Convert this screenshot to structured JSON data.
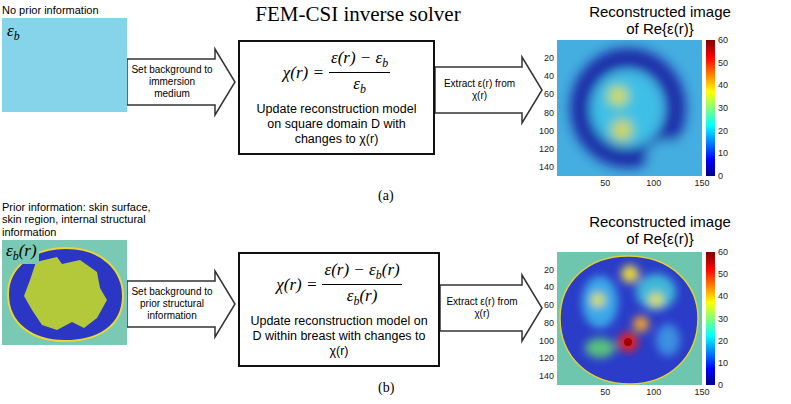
{
  "diagram": {
    "title": "FEM-CSI inverse solver",
    "nodes": [
      {
        "text": [
          "No prior information",
          "εb"
        ]
      },
      {
        "text": [
          "χ(r) =",
          "ε(r) − εb",
          "εb",
          "Update reconstruction model on square domain D with changes to χ(r)"
        ]
      },
      {
        "text": [
          "Reconstructed image of Re{ε(r)}"
        ]
      },
      {
        "text": [
          "Prior information: skin surface, skin region, internal structural information",
          "εb(r)"
        ]
      },
      {
        "text": [
          "χ(r) =",
          "ε(r) − εb(r)",
          "εb(r)",
          "Update reconstruction model on D within breast with changes to χ(r)"
        ]
      },
      {
        "text": [
          "Reconstructed image of Re{ε(r)}"
        ]
      }
    ],
    "edges": [
      {
        "from": 0,
        "to": 1,
        "label": "Set background to immersion medium",
        "arrow": "to"
      },
      {
        "from": 1,
        "to": 2,
        "label": "Extract ε(r) from χ(r)",
        "arrow": "to"
      },
      {
        "from": 3,
        "to": 4,
        "label": "Set background to prior structural information",
        "arrow": "to"
      },
      {
        "from": 4,
        "to": 5,
        "label": "Extract ε(r) from χ(r)",
        "arrow": "to"
      }
    ],
    "labels": [
      "(a)",
      "20",
      "40",
      "60",
      "80",
      "100",
      "120",
      "140",
      "50",
      "100",
      "150",
      "60",
      "50",
      "40",
      "30",
      "20",
      "10",
      "0",
      "(b)",
      "20",
      "40",
      "60",
      "80",
      "100",
      "120",
      "140",
      "50",
      "100",
      "150",
      "60",
      "50",
      "40",
      "30",
      "20",
      "10",
      "0"
    ]
  }
}
